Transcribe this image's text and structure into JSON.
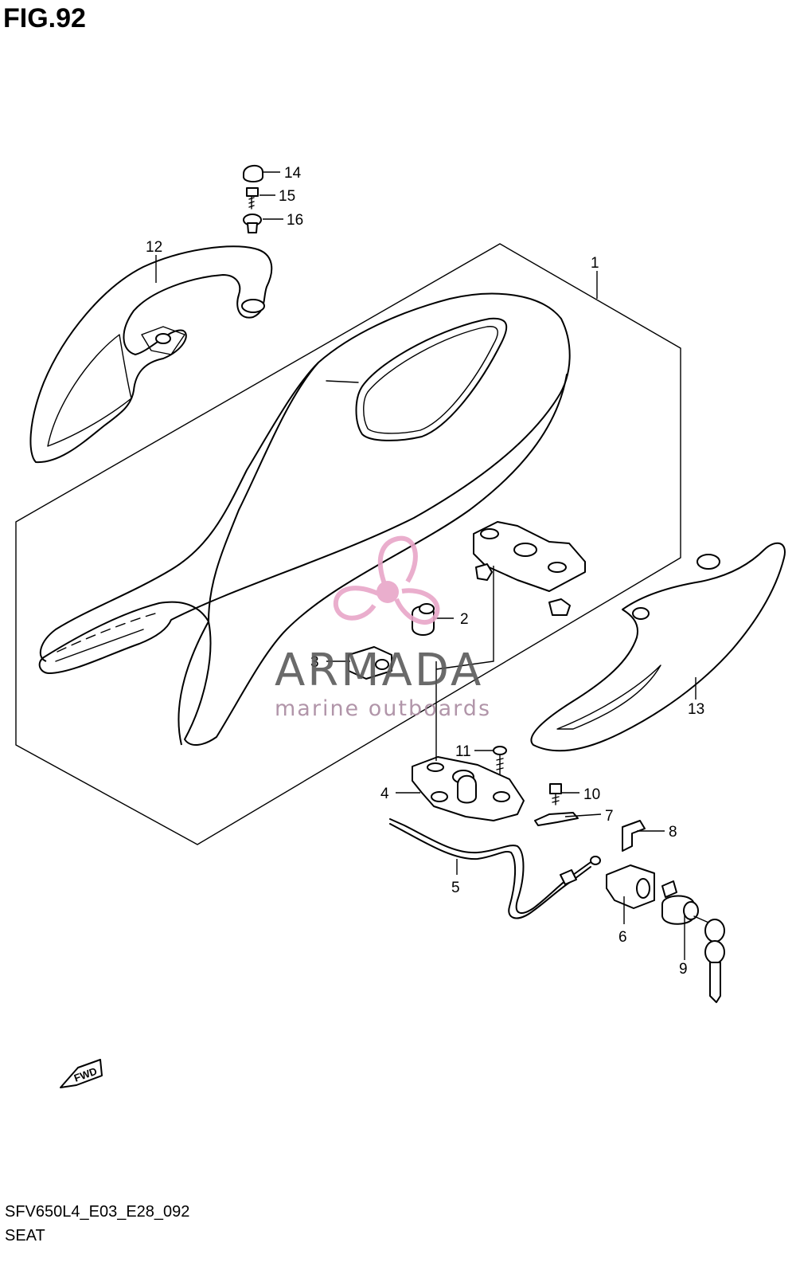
{
  "figure": {
    "title": "FIG.92"
  },
  "footer": {
    "code": "SFV650L4_E03_E28_092",
    "name": "SEAT"
  },
  "watermark": {
    "brand": "ARMADA",
    "tagline": "marine outboards",
    "logo_color": "#e8a6c8",
    "text_color": "#5a5a5a"
  },
  "direction_badge": {
    "label": "FWD"
  },
  "callouts": [
    {
      "label": "1"
    },
    {
      "label": "2"
    },
    {
      "label": "3"
    },
    {
      "label": "4"
    },
    {
      "label": "5"
    },
    {
      "label": "6"
    },
    {
      "label": "7"
    },
    {
      "label": "8"
    },
    {
      "label": "9"
    },
    {
      "label": "10"
    },
    {
      "label": "11"
    },
    {
      "label": "12"
    },
    {
      "label": "13"
    },
    {
      "label": "14"
    },
    {
      "label": "15"
    },
    {
      "label": "16"
    }
  ]
}
